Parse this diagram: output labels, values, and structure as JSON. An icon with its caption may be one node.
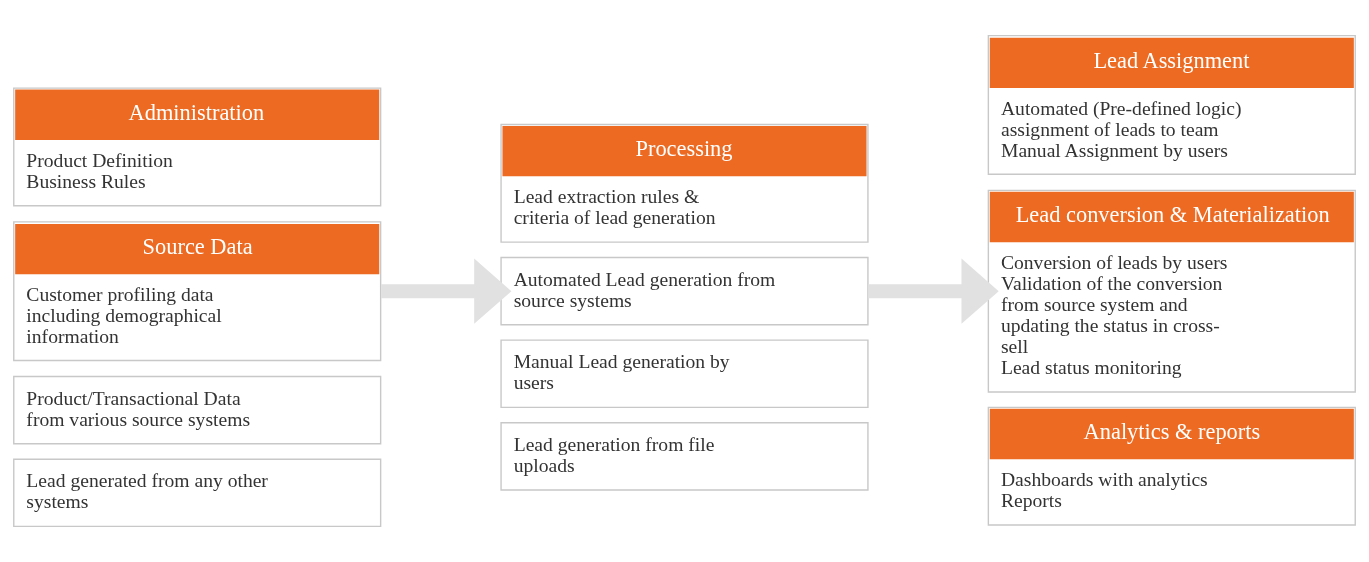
{
  "diagram": {
    "nodes": [
      {
        "text": [
          "Administration",
          "Product Definition",
          "Business Rules"
        ]
      },
      {
        "text": [
          "Source Data",
          "Customer profiling data including demographical information"
        ]
      },
      {
        "text": [
          "Product/Transactional Data from various source systems"
        ]
      },
      {
        "text": [
          "Lead generated from any other systems"
        ]
      },
      {
        "text": [
          "Processing",
          "Lead extraction rules & criteria of lead generation"
        ]
      },
      {
        "text": [
          "Automated Lead generation from source systems"
        ]
      },
      {
        "text": [
          "Manual Lead generation by users"
        ]
      },
      {
        "text": [
          "Lead generation from file uploads"
        ]
      },
      {
        "text": [
          "Lead Assignment",
          "Automated (Pre-defined logic) assignment of leads to team",
          "Manual Assignment by users"
        ]
      },
      {
        "text": [
          "Lead conversion & Materialization",
          "Conversion of leads by users",
          "Validation of the conversion from source system and updating the status in cross-sell",
          "Lead status monitoring"
        ]
      },
      {
        "text": [
          "Analytics & reports",
          "Dashboards with analytics",
          "Reports"
        ]
      }
    ],
    "edges": [
      {
        "from": 1,
        "to": 5,
        "arrow": "to"
      },
      {
        "from": 5,
        "to": 9,
        "arrow": "to"
      }
    ]
  }
}
